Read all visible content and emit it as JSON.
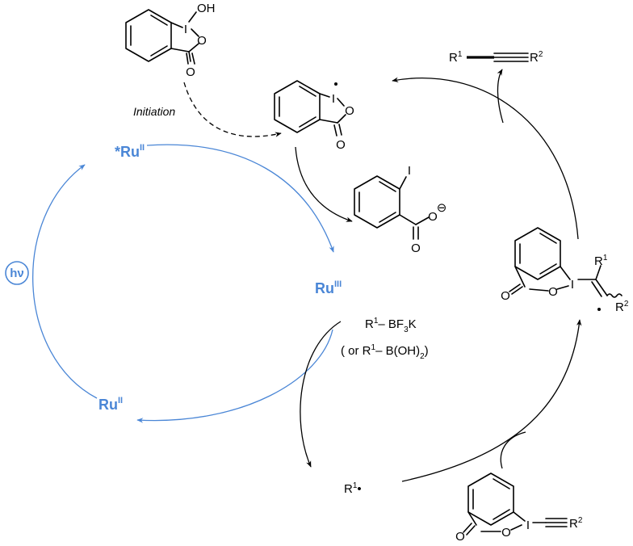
{
  "colors": {
    "catalyst": "#4a86d6",
    "structure": "#000000"
  },
  "initiation_label": "Initiation",
  "catalyst_states": {
    "excited": {
      "prefix": "*Ru",
      "oxidation": "II"
    },
    "oxidized": {
      "prefix": "Ru",
      "oxidation": "III"
    },
    "ground": {
      "prefix": "Ru",
      "oxidation": "II"
    }
  },
  "light": {
    "label": "hν"
  },
  "molecules": {
    "bi_oh": {
      "hetero_atoms": [
        "I",
        "OH",
        "O",
        "O"
      ]
    },
    "bi_radical": {
      "hetero_atoms": [
        "I",
        "O",
        "O"
      ]
    },
    "iodobenzoate": {
      "hetero_atoms": [
        "I",
        "O",
        "O"
      ],
      "charge": "⊖"
    },
    "vinyl_radical": {
      "hetero_atoms": [
        "I",
        "O",
        "O"
      ],
      "r1": "R",
      "r1_sup": "1",
      "r2": "R",
      "r2_sup": "2"
    },
    "ebx": {
      "hetero_atoms": [
        "I",
        "O",
        "O"
      ],
      "r2": "R",
      "r2_sup": "2"
    },
    "alkyne_product": {
      "r1": "R",
      "r1_sup": "1",
      "r2": "R",
      "r2_sup": "2"
    }
  },
  "reagents": {
    "line1": {
      "r": "R",
      "sup": "1",
      "mid": "– BF",
      "sub": "3",
      "tail": "K"
    },
    "line2": {
      "open": "( or  R",
      "sup": "1",
      "mid": "– B(OH)",
      "sub": "2",
      "close": ")"
    }
  },
  "radical": {
    "r": "R",
    "sup": "1",
    "dot": "•"
  }
}
